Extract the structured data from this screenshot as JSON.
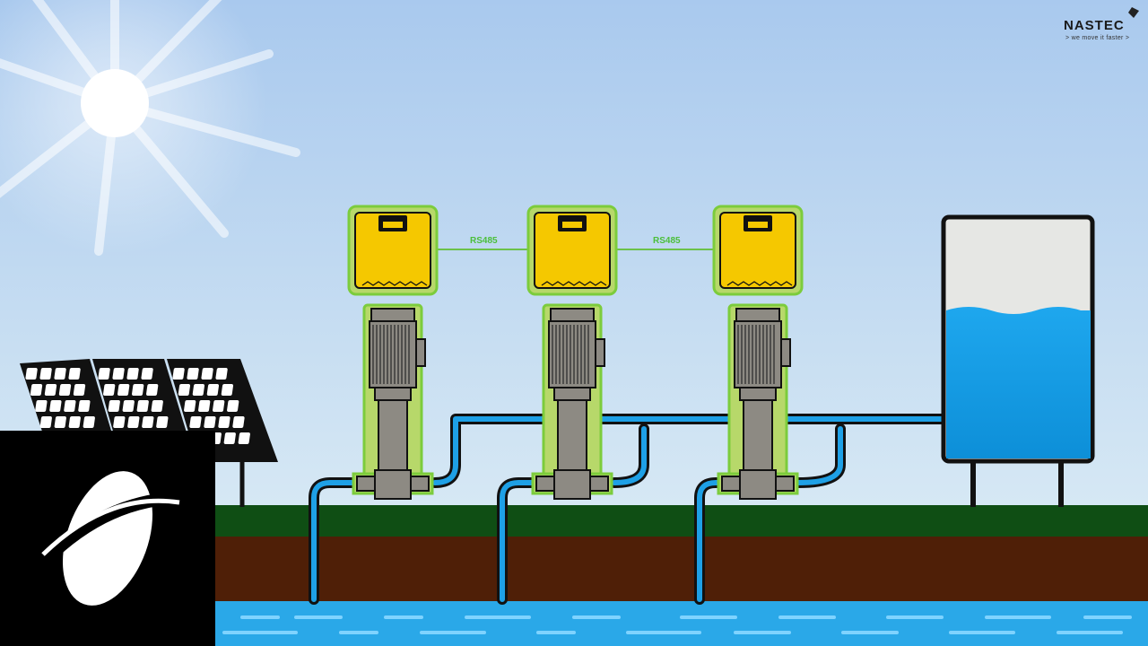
{
  "brand": {
    "name": "NASTEC",
    "tagline": "> we move it faster >"
  },
  "links": [
    {
      "label": "RS485"
    },
    {
      "label": "RS485"
    }
  ],
  "colors": {
    "sky_top": "#b8d4ef",
    "grass": "#0f4e14",
    "soil": "#4f1f07",
    "water": "#2aa8e8",
    "inverter": "#f5c800",
    "inverter_outline": "#7ccc3c",
    "pump": "#8d8a83",
    "pipe": "#1ea0e6"
  },
  "icons": [
    "sun-icon",
    "solar-panel-icon",
    "inverter-icon",
    "pump-icon",
    "tank-icon",
    "nastec-logo-icon"
  ]
}
